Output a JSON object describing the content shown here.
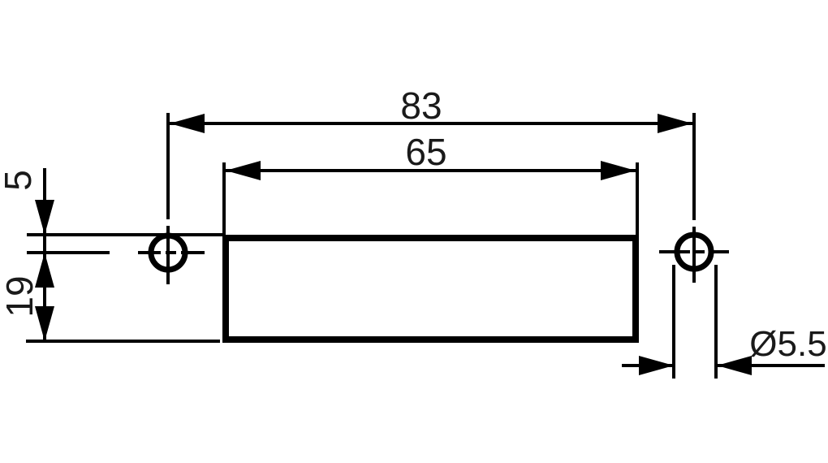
{
  "drawing": {
    "labels": {
      "overall_width": "83",
      "inner_width": "65",
      "top_offset": "5",
      "side_height": "19",
      "hole_diameter": "Ø5.5"
    },
    "colors": {
      "line": "#000000",
      "background": "#ffffff"
    }
  }
}
